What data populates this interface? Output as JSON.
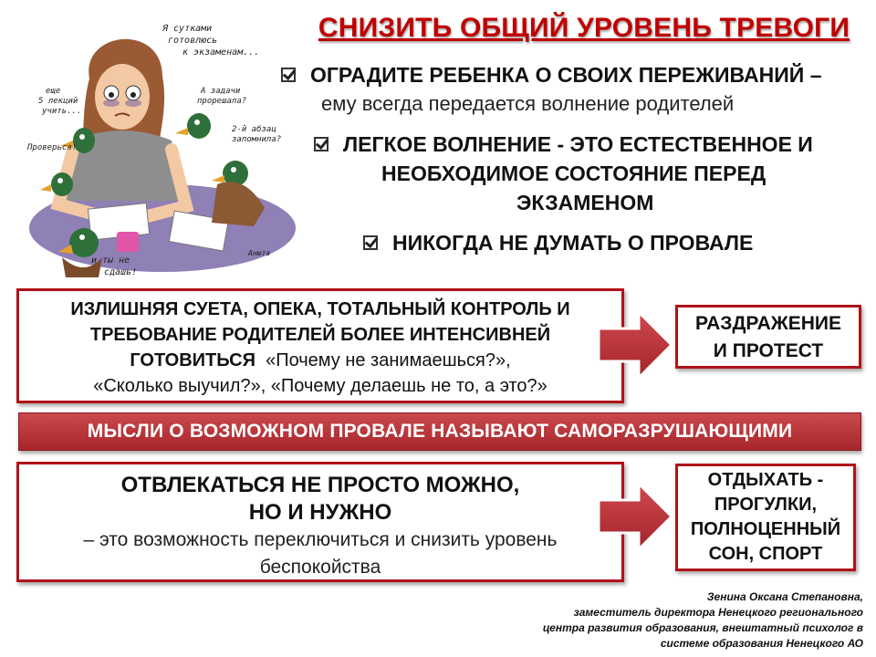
{
  "title": "СНИЗИТЬ ОБЩИЙ УРОВЕНЬ ТРЕВОГИ",
  "illustration": {
    "speech_top": [
      "Я сутками",
      "готовлюсь",
      "к экзаменам..."
    ],
    "speech_left_top": [
      "еще",
      "5 лекций",
      "учить..."
    ],
    "speech_left": "Проверься!",
    "speech_right_top": [
      "А задачи",
      "прорешала?"
    ],
    "speech_right": [
      "2-й абзац",
      "запомнила?"
    ],
    "speech_bottom": [
      "и ты не",
      "сдашь!"
    ],
    "signature": "Анюта"
  },
  "tips": {
    "tip1_head": "ОГРАДИТЕ РЕБЕНКА О СВОИХ ПЕРЕЖИВАНИЙ",
    "tip1_dash": " –",
    "tip1_sub": "ему всегда передается волнение родителей",
    "tip2_line1": "ЛЕГКОЕ ВОЛНЕНИЕ - ЭТО ЕСТЕСТВЕННОЕ И",
    "tip2_line2": "НЕОБХОДИМОЕ СОСТОЯНИЕ ПЕРЕД",
    "tip2_line3": "ЭКЗАМЕНОМ",
    "tip3": "НИКОГДА НЕ ДУМАТЬ О ПРОВАЛЕ"
  },
  "box_a": {
    "line1": "ИЗЛИШНЯЯ СУЕТА, ОПЕКА, ТОТАЛЬНЫЙ КОНТРОЛЬ И",
    "line2": "ТРЕБОВАНИЕ РОДИТЕЛЕЙ БОЛЕЕ ИНТЕНСИВНЕЙ",
    "line3_bold": "ГОТОВИТЬСЯ",
    "line3_rest": "«Почему не занимаешься?»,",
    "line4": "«Сколько выучил?»,  «Почему делаешь не то, а это?»"
  },
  "side_a": {
    "line1": "РАЗДРАЖЕНИЕ",
    "line2": "И ПРОТЕСТ"
  },
  "banner": "МЫСЛИ О ВОЗМОЖНОМ ПРОВАЛЕ НАЗЫВАЮТ САМОРАЗРУШАЮЩИМИ",
  "box_b": {
    "head1": "ОТВЛЕКАТЬСЯ НЕ ПРОСТО МОЖНО,",
    "head2": "НО И НУЖНО",
    "text1": "–  это возможность переключиться и снизить уровень",
    "text2": "беспокойства"
  },
  "side_b": {
    "line1": "ОТДЫХАТЬ -",
    "line2": "ПРОГУЛКИ,",
    "line3": "ПОЛНОЦЕННЫЙ",
    "line4": "СОН, СПОРТ"
  },
  "author": {
    "line1": "Зенина Оксана Степановна,",
    "line2": "заместитель директора Ненецкого регионального",
    "line3": "центра развития образования, внештатный психолог в",
    "line4": "системе образования Ненецкого АО"
  },
  "colors": {
    "accent": "#b0121b",
    "title": "#c00000",
    "banner": "#b8353a"
  }
}
